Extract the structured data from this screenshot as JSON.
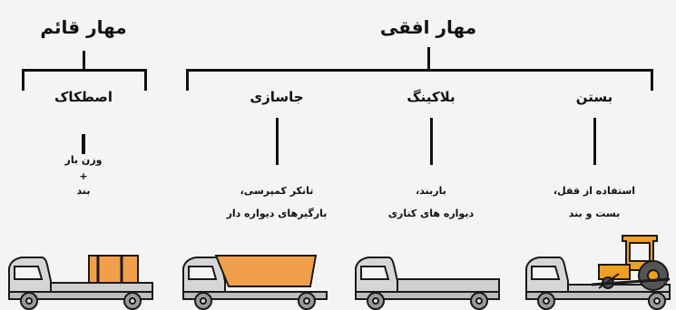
{
  "groups": {
    "vertical": {
      "title": "مهار قائم",
      "items": [
        {
          "title": "اصطکاک",
          "desc": [
            "وزن بار",
            "+",
            "بند"
          ]
        }
      ]
    },
    "horizontal": {
      "title": "مهار افقی",
      "items": [
        {
          "title": "جاسازی",
          "desc": [
            "تانکر کمپرسی،",
            "بارگیرهای دیواره دار"
          ]
        },
        {
          "title": "بلاکینگ",
          "desc": [
            "باربند،",
            "دیواره های کناری"
          ]
        },
        {
          "title": "بستن",
          "desc": [
            "استفاده از قفل،",
            "بست و بند"
          ]
        }
      ]
    }
  },
  "trucks": [
    {
      "cargo": "crate",
      "cargo_color": "#f0a04b"
    },
    {
      "cargo": "dump-body",
      "cargo_color": "#f0a04b"
    },
    {
      "cargo": "none"
    },
    {
      "cargo": "tractor",
      "cargo_color": "#f0a020"
    }
  ],
  "colors": {
    "cargo": "#f0a04b",
    "truck_cab": "#d6d6d6",
    "truck_line": "#1a1a1a"
  }
}
